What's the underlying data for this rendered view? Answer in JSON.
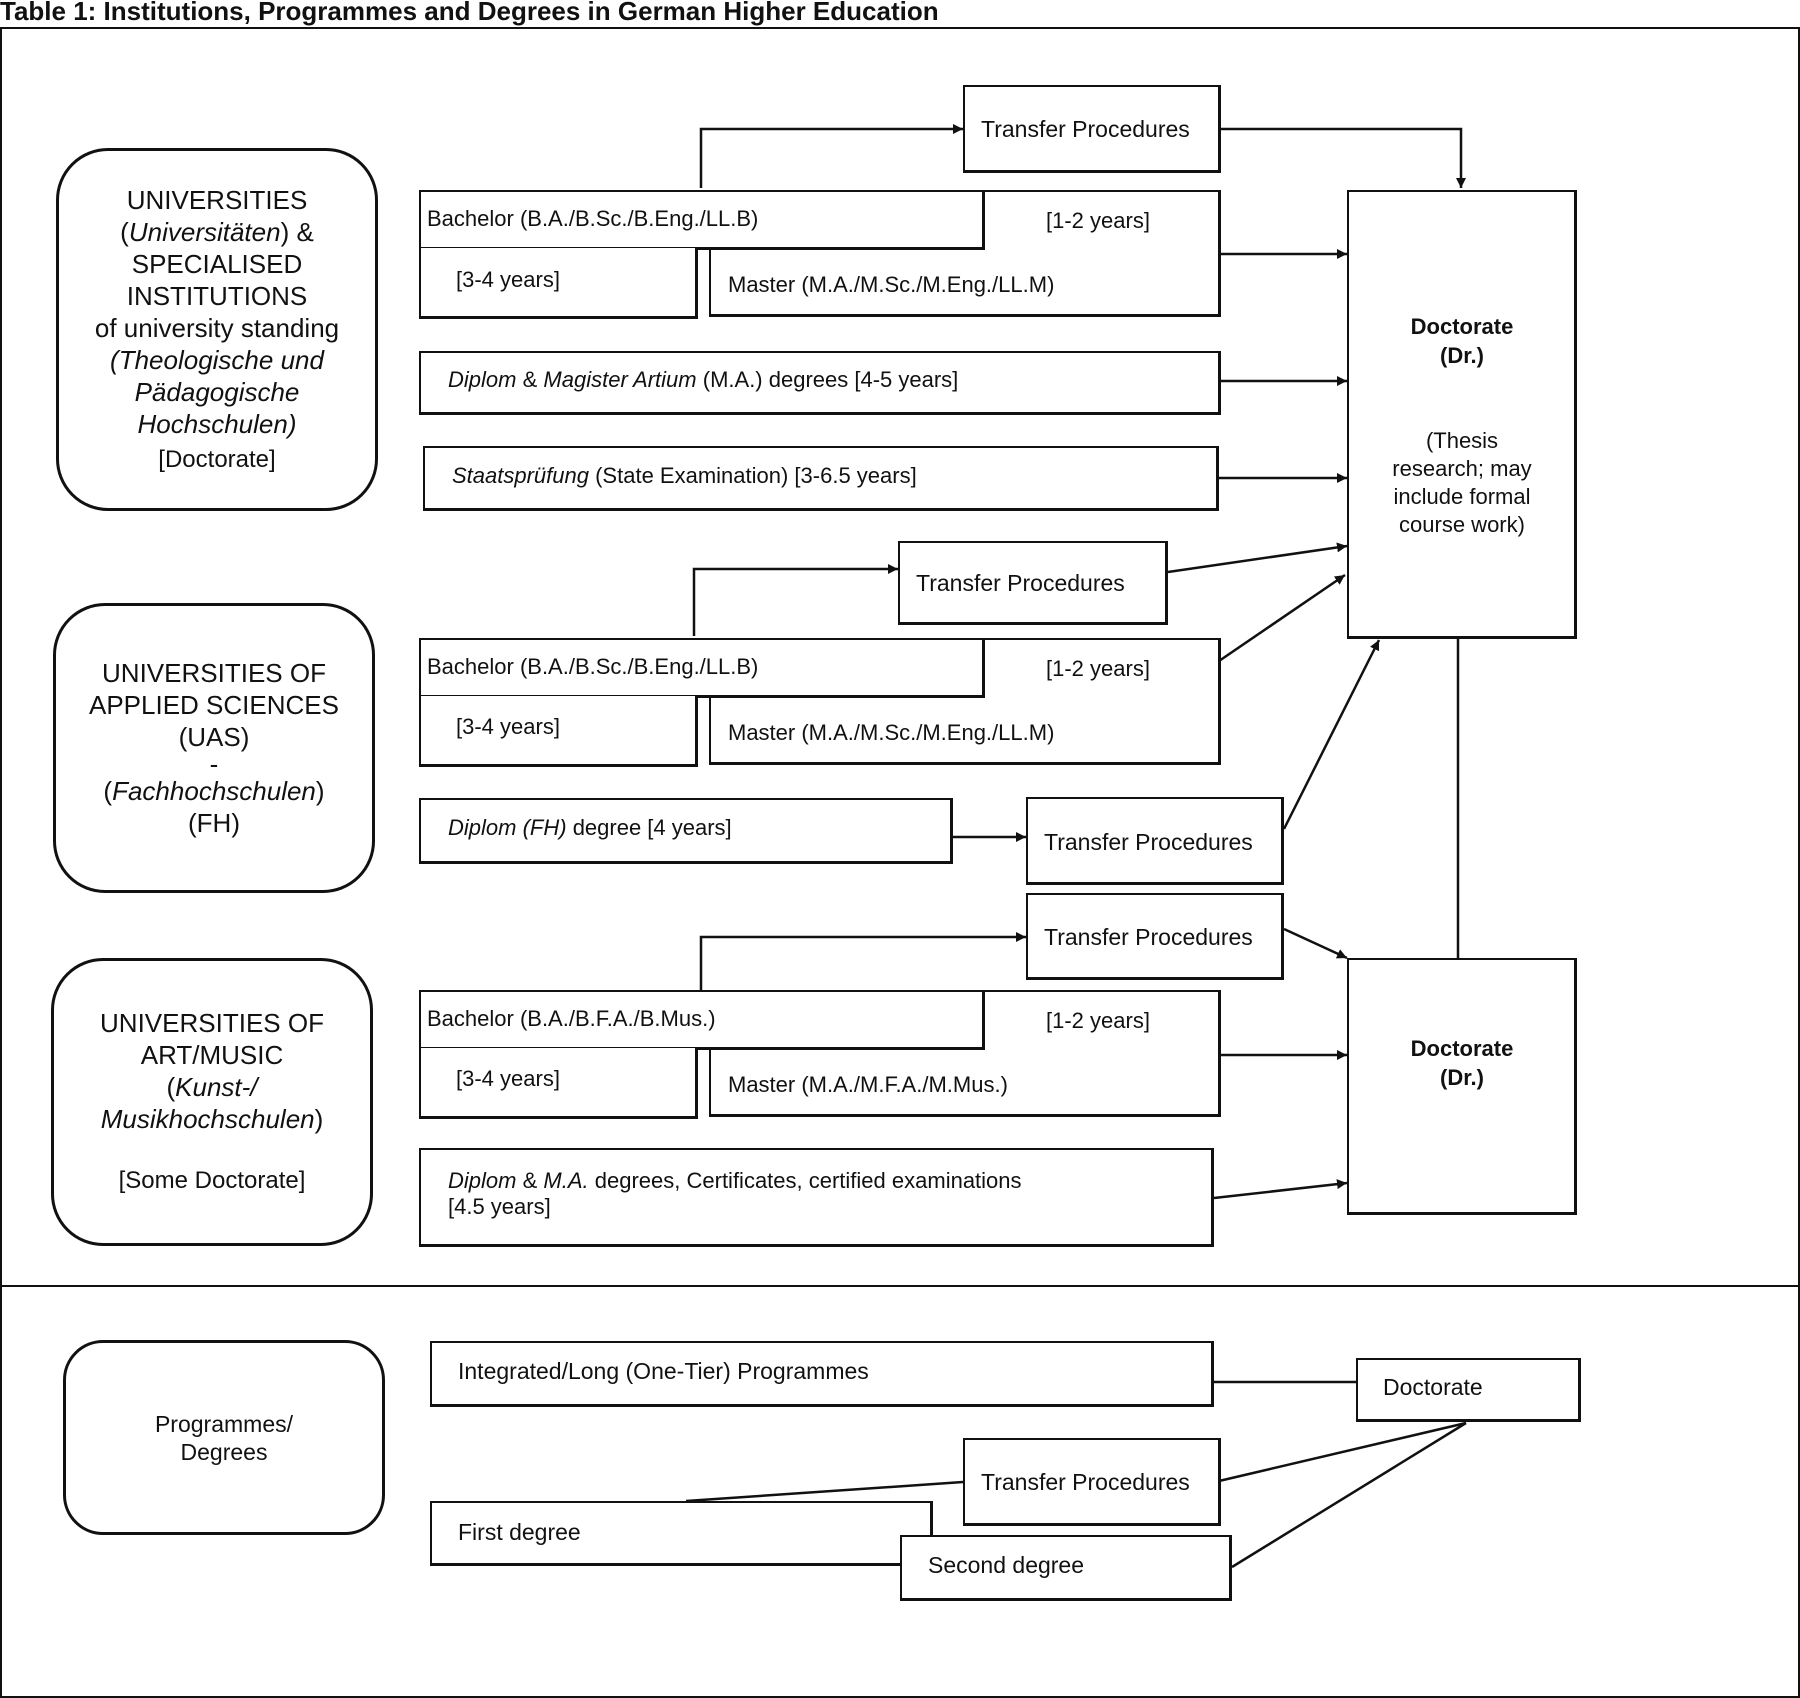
{
  "title": "Table 1: Institutions, Programmes and Degrees in German Higher Education",
  "institutions": {
    "universities": {
      "l1": "UNIVERSITIES",
      "l2_open": "(",
      "l2_it": "Universitäten",
      "l2_close": ") &",
      "l3": "SPECIALISED",
      "l4": "INSTITUTIONS",
      "l5": "of university standing",
      "l6": "(Theologische und",
      "l7": "Pädagogische",
      "l8": "Hochschulen)",
      "l9": "[Doctorate]"
    },
    "uas": {
      "l1": "UNIVERSITIES OF",
      "l2": "APPLIED SCIENCES",
      "l3": "(UAS)",
      "l4": "-",
      "l5_open": "(",
      "l5_it": "Fachhochschulen",
      "l5_close": ")",
      "l6": "(FH)"
    },
    "art": {
      "l1": "UNIVERSITIES OF",
      "l2": "ART/MUSIC",
      "l3_open": "(",
      "l3_it": "Kunst-/",
      "l4_it": "Musikhochschulen",
      "l4_close": ")",
      "l5": "[Some Doctorate]"
    }
  },
  "rows": {
    "uni": {
      "transfer": "Transfer Procedures",
      "bachelor": "Bachelor (B.A./B.Sc./B.Eng./LL.B)",
      "bachelor_years": "[3-4 years]",
      "master": "Master (M.A./M.Sc./M.Eng./LL.M)",
      "master_years": "[1-2 years]",
      "diplom_it1": "Diplom",
      "diplom_amp": "&",
      "diplom_it2": "Magister Artium",
      "diplom_rest": "(M.A.) degrees [4-5 years]",
      "staats_it": "Staatsprüfung",
      "staats_rest": "(State Examination) [3-6.5 years]"
    },
    "uas": {
      "transfer1": "Transfer Procedures",
      "bachelor": "Bachelor (B.A./B.Sc./B.Eng./LL.B)",
      "bachelor_years": "[3-4 years]",
      "master": "Master (M.A./M.Sc./M.Eng./LL.M)",
      "master_years": "[1-2 years]",
      "diplom_it": "Diplom (FH)",
      "diplom_rest": "degree [4 years]",
      "transfer2": "Transfer Procedures"
    },
    "art": {
      "transfer": "Transfer Procedures",
      "bachelor": "Bachelor (B.A./B.F.A./B.Mus.)",
      "bachelor_years": "[3-4 years]",
      "master": "Master (M.A./M.F.A./M.Mus.)",
      "master_years": "[1-2 years]",
      "diplom_it1": "Diplom",
      "diplom_amp": "&",
      "diplom_it2": "M.A.",
      "diplom_rest": "degrees, Certificates, certified examinations",
      "diplom_years": "[4.5 years]"
    }
  },
  "doctorate_top": {
    "title": "Doctorate",
    "abbr": "(Dr.)",
    "note1": "(Thesis",
    "note2": "research; may",
    "note3": "include formal",
    "note4": "course work)"
  },
  "doctorate_bottom": {
    "title": "Doctorate",
    "abbr": "(Dr.)"
  },
  "legend": {
    "box_l1": "Programmes/",
    "box_l2": "Degrees",
    "integrated": "Integrated/Long (One-Tier) Programmes",
    "doctorate": "Doctorate",
    "transfer": "Transfer Procedures",
    "first": "First degree",
    "second": "Second degree"
  }
}
